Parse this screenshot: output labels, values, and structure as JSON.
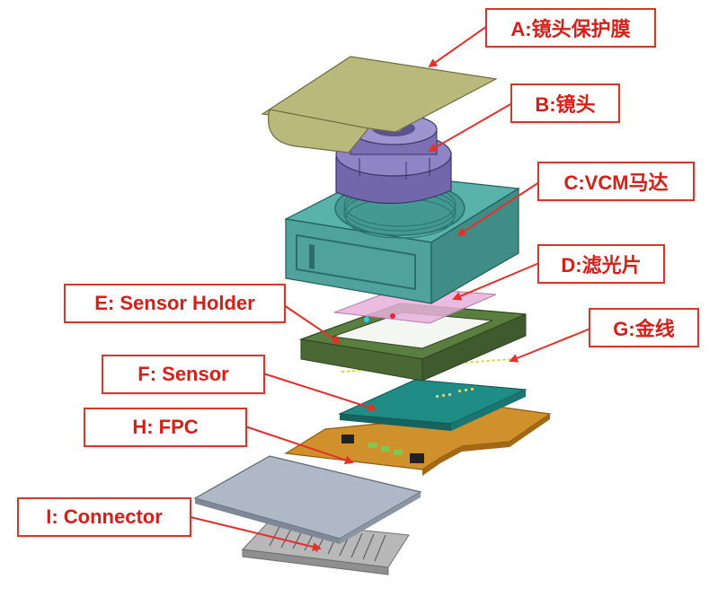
{
  "labels": {
    "A": "A:镜头保护膜",
    "B": "B:镜头",
    "C": "C:VCM马达",
    "D": "D:滤光片",
    "E": "E: Sensor Holder",
    "F": "F: Sensor",
    "G": "G:金线",
    "H": "H: FPC",
    "I": "I: Connector"
  },
  "colors": {
    "label_border": "#d0392b",
    "label_text": "#d81e16",
    "arrow": "#e8302a",
    "protective_film": "#b7b77a",
    "lens": "#6f64a7",
    "vcm": "#4fa9a2",
    "filter": "#e1a9d6",
    "holder": "#5d7f43",
    "sensor": "#1f8c86",
    "fpc": "#cf8e2a",
    "stiffener": "#a9b4c2",
    "connector": "#b5b5b5"
  }
}
